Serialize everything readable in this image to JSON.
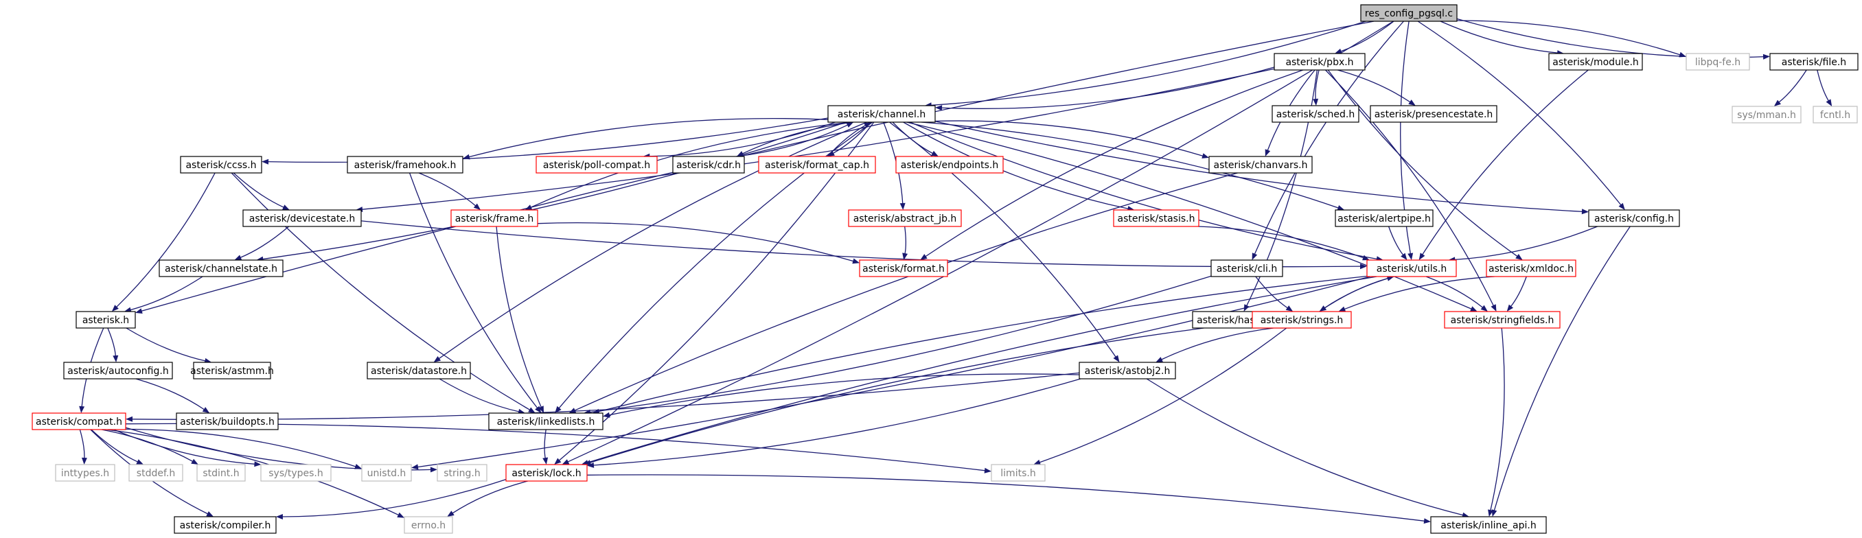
{
  "graph": {
    "colors": {
      "root_fill": "#bfbfbf",
      "node_fill": "#ffffff",
      "normal_border": "#000000",
      "truncated_border": "#ff0000",
      "system_border": "#bfbfbf",
      "system_text": "#808080",
      "edge": "#191970"
    },
    "nodes": [
      {
        "id": "root",
        "label": "res_config_pgsql.c",
        "kind": "root"
      },
      {
        "id": "pbx",
        "label": "asterisk/pbx.h",
        "kind": "normal"
      },
      {
        "id": "module",
        "label": "asterisk/module.h",
        "kind": "normal"
      },
      {
        "id": "libpq",
        "label": "libpq-fe.h",
        "kind": "system"
      },
      {
        "id": "file",
        "label": "asterisk/file.h",
        "kind": "normal"
      },
      {
        "id": "sysmman",
        "label": "sys/mman.h",
        "kind": "system"
      },
      {
        "id": "fcntl",
        "label": "fcntl.h",
        "kind": "system"
      },
      {
        "id": "channel",
        "label": "asterisk/channel.h",
        "kind": "normal"
      },
      {
        "id": "sched",
        "label": "asterisk/sched.h",
        "kind": "normal"
      },
      {
        "id": "presence",
        "label": "asterisk/presencestate.h",
        "kind": "normal"
      },
      {
        "id": "ccss",
        "label": "asterisk/ccss.h",
        "kind": "normal"
      },
      {
        "id": "framehook",
        "label": "asterisk/framehook.h",
        "kind": "normal"
      },
      {
        "id": "pollcompat",
        "label": "asterisk/poll-compat.h",
        "kind": "truncated"
      },
      {
        "id": "cdr",
        "label": "asterisk/cdr.h",
        "kind": "normal"
      },
      {
        "id": "formatcap",
        "label": "asterisk/format_cap.h",
        "kind": "truncated"
      },
      {
        "id": "endpoints",
        "label": "asterisk/endpoints.h",
        "kind": "truncated"
      },
      {
        "id": "chanvars",
        "label": "asterisk/chanvars.h",
        "kind": "normal"
      },
      {
        "id": "devicestate",
        "label": "asterisk/devicestate.h",
        "kind": "normal"
      },
      {
        "id": "frame",
        "label": "asterisk/frame.h",
        "kind": "truncated"
      },
      {
        "id": "abstractjb",
        "label": "asterisk/abstract_jb.h",
        "kind": "truncated"
      },
      {
        "id": "stasis",
        "label": "asterisk/stasis.h",
        "kind": "truncated"
      },
      {
        "id": "alertpipe",
        "label": "asterisk/alertpipe.h",
        "kind": "normal"
      },
      {
        "id": "config",
        "label": "asterisk/config.h",
        "kind": "normal"
      },
      {
        "id": "channelstate",
        "label": "asterisk/channelstate.h",
        "kind": "normal"
      },
      {
        "id": "format",
        "label": "asterisk/format.h",
        "kind": "truncated"
      },
      {
        "id": "cli",
        "label": "asterisk/cli.h",
        "kind": "normal"
      },
      {
        "id": "utils",
        "label": "asterisk/utils.h",
        "kind": "truncated"
      },
      {
        "id": "xmldoc",
        "label": "asterisk/xmldoc.h",
        "kind": "truncated"
      },
      {
        "id": "asteriskh",
        "label": "asterisk.h",
        "kind": "normal"
      },
      {
        "id": "hashtab",
        "label": "asterisk/hashtab.h",
        "kind": "normal"
      },
      {
        "id": "strings",
        "label": "asterisk/strings.h",
        "kind": "truncated"
      },
      {
        "id": "stringfields",
        "label": "asterisk/stringfields.h",
        "kind": "truncated"
      },
      {
        "id": "autoconfig",
        "label": "asterisk/autoconfig.h",
        "kind": "normal"
      },
      {
        "id": "astmm",
        "label": "asterisk/astmm.h",
        "kind": "normal"
      },
      {
        "id": "datastore",
        "label": "asterisk/datastore.h",
        "kind": "normal"
      },
      {
        "id": "astobj2",
        "label": "asterisk/astobj2.h",
        "kind": "normal"
      },
      {
        "id": "compat",
        "label": "asterisk/compat.h",
        "kind": "truncated"
      },
      {
        "id": "buildopts",
        "label": "asterisk/buildopts.h",
        "kind": "normal"
      },
      {
        "id": "linkedlists",
        "label": "asterisk/linkedlists.h",
        "kind": "normal"
      },
      {
        "id": "inttypes",
        "label": "inttypes.h",
        "kind": "system"
      },
      {
        "id": "stddef",
        "label": "stddef.h",
        "kind": "system"
      },
      {
        "id": "stdint",
        "label": "stdint.h",
        "kind": "system"
      },
      {
        "id": "systypes",
        "label": "sys/types.h",
        "kind": "system"
      },
      {
        "id": "unistd",
        "label": "unistd.h",
        "kind": "system"
      },
      {
        "id": "string",
        "label": "string.h",
        "kind": "system"
      },
      {
        "id": "lock",
        "label": "asterisk/lock.h",
        "kind": "truncated"
      },
      {
        "id": "limits",
        "label": "limits.h",
        "kind": "system"
      },
      {
        "id": "compiler",
        "label": "asterisk/compiler.h",
        "kind": "normal"
      },
      {
        "id": "errno",
        "label": "errno.h",
        "kind": "system"
      },
      {
        "id": "inlineapi",
        "label": "asterisk/inline_api.h",
        "kind": "normal"
      }
    ],
    "edges": [
      [
        "root",
        "pbx"
      ],
      [
        "root",
        "module"
      ],
      [
        "root",
        "libpq"
      ],
      [
        "root",
        "file"
      ],
      [
        "root",
        "channel"
      ],
      [
        "root",
        "asteriskh"
      ],
      [
        "root",
        "config"
      ],
      [
        "root",
        "utils"
      ],
      [
        "root",
        "lock"
      ],
      [
        "root",
        "cli"
      ],
      [
        "file",
        "sysmman"
      ],
      [
        "file",
        "fcntl"
      ],
      [
        "pbx",
        "channel"
      ],
      [
        "pbx",
        "sched"
      ],
      [
        "pbx",
        "presence"
      ],
      [
        "pbx",
        "chanvars"
      ],
      [
        "pbx",
        "devicestate"
      ],
      [
        "pbx",
        "format"
      ],
      [
        "pbx",
        "hashtab"
      ],
      [
        "pbx",
        "xmldoc"
      ],
      [
        "pbx",
        "stringfields"
      ],
      [
        "module",
        "utils"
      ],
      [
        "channel",
        "ccss"
      ],
      [
        "channel",
        "framehook"
      ],
      [
        "channel",
        "pollcompat"
      ],
      [
        "channel",
        "cdr"
      ],
      [
        "channel",
        "formatcap"
      ],
      [
        "channel",
        "endpoints"
      ],
      [
        "channel",
        "chanvars"
      ],
      [
        "channel",
        "frame"
      ],
      [
        "channel",
        "abstractjb"
      ],
      [
        "channel",
        "stasis"
      ],
      [
        "channel",
        "alertpipe"
      ],
      [
        "channel",
        "config"
      ],
      [
        "channel",
        "channelstate"
      ],
      [
        "channel",
        "utils"
      ],
      [
        "channel",
        "stringfields"
      ],
      [
        "channel",
        "datastore"
      ],
      [
        "channel",
        "astobj2"
      ],
      [
        "channel",
        "linkedlists"
      ],
      [
        "channel",
        "lock"
      ],
      [
        "cdr",
        "channel"
      ],
      [
        "formatcap",
        "channel"
      ],
      [
        "ccss",
        "devicestate"
      ],
      [
        "ccss",
        "asteriskh"
      ],
      [
        "ccss",
        "linkedlists"
      ],
      [
        "framehook",
        "frame"
      ],
      [
        "framehook",
        "linkedlists"
      ],
      [
        "frame",
        "format"
      ],
      [
        "frame",
        "linkedlists"
      ],
      [
        "abstractjb",
        "format"
      ],
      [
        "chanvars",
        "linkedlists"
      ],
      [
        "stasis",
        "utils"
      ],
      [
        "alertpipe",
        "utils"
      ],
      [
        "config",
        "utils"
      ],
      [
        "config",
        "inlineapi"
      ],
      [
        "devicestate",
        "channelstate"
      ],
      [
        "devicestate",
        "utils"
      ],
      [
        "channelstate",
        "asteriskh"
      ],
      [
        "cli",
        "strings"
      ],
      [
        "cli",
        "linkedlists"
      ],
      [
        "utils",
        "strings"
      ],
      [
        "utils",
        "stringfields"
      ],
      [
        "utils",
        "linkedlists"
      ],
      [
        "utils",
        "unistd"
      ],
      [
        "utils",
        "lock"
      ],
      [
        "strings",
        "utils"
      ],
      [
        "strings",
        "astobj2"
      ],
      [
        "strings",
        "limits"
      ],
      [
        "xmldoc",
        "strings"
      ],
      [
        "xmldoc",
        "stringfields"
      ],
      [
        "hashtab",
        "lock"
      ],
      [
        "stringfields",
        "inlineapi"
      ],
      [
        "asteriskh",
        "compat"
      ],
      [
        "asteriskh",
        "autoconfig"
      ],
      [
        "asteriskh",
        "astmm"
      ],
      [
        "autoconfig",
        "buildopts"
      ],
      [
        "datastore",
        "linkedlists"
      ],
      [
        "astobj2",
        "compat"
      ],
      [
        "astobj2",
        "linkedlists"
      ],
      [
        "astobj2",
        "lock"
      ],
      [
        "astobj2",
        "inlineapi"
      ],
      [
        "compat",
        "inttypes"
      ],
      [
        "compat",
        "stddef"
      ],
      [
        "compat",
        "stdint"
      ],
      [
        "compat",
        "systypes"
      ],
      [
        "compat",
        "unistd"
      ],
      [
        "compat",
        "string"
      ],
      [
        "compat",
        "limits"
      ],
      [
        "compat",
        "compiler"
      ],
      [
        "compat",
        "errno"
      ],
      [
        "linkedlists",
        "lock"
      ],
      [
        "lock",
        "compiler"
      ],
      [
        "lock",
        "errno"
      ],
      [
        "lock",
        "inlineapi"
      ]
    ]
  }
}
